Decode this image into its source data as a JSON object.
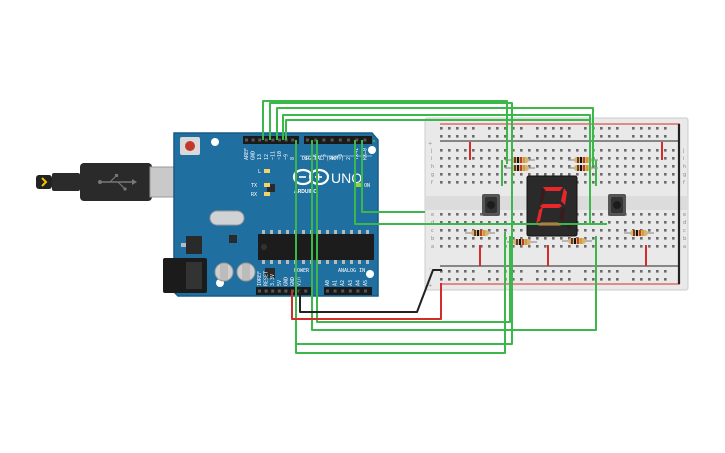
{
  "board": {
    "brand": "ARDUINO",
    "model": "UNO",
    "header_digital": "DIGITAL (PWM~)",
    "header_power": "POWER",
    "header_analog": "ANALOG IN",
    "led_labels": [
      "L",
      "TX",
      "RX",
      "ON"
    ],
    "top_pins": [
      "AREF",
      "GND",
      "13",
      "12",
      "~11",
      "~10",
      "~9",
      "8",
      "7",
      "~6",
      "~5",
      "4",
      "~3",
      "2",
      "TX→1",
      "RX←0"
    ],
    "power_pins": [
      "IOREF",
      "RESET",
      "3.3V",
      "5V",
      "GND",
      "GND",
      "Vin"
    ],
    "analog_pins": [
      "A0",
      "A1",
      "A2",
      "A3",
      "A4",
      "A5"
    ]
  },
  "breadboard": {
    "rows_upper": [
      "j",
      "i",
      "h",
      "g",
      "f"
    ],
    "rows_lower": [
      "e",
      "d",
      "c",
      "b",
      "a"
    ],
    "rail_plus": "+",
    "rail_minus": "-"
  },
  "display": {
    "digit": "2"
  },
  "colors": {
    "board": "#1f6fa1",
    "wire_signal": "#3cb84a",
    "wire_power": "#d62b2b",
    "wire_ground": "#222222",
    "segment_on": "#e8272a",
    "segment_off": "#3a1a1a"
  }
}
